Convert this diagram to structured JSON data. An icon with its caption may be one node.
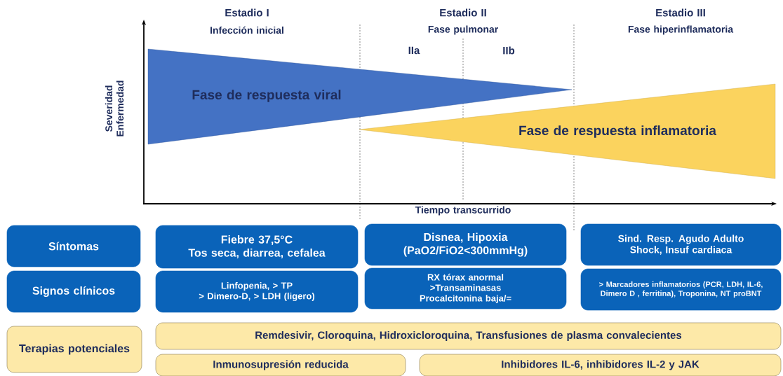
{
  "diagram": {
    "nodes": [
      {
        "text": [
          "Fase de respuesta viral"
        ]
      },
      {
        "text": [
          "Fase de respuesta inflamatoria"
        ]
      },
      {
        "text": [
          "Síntomas"
        ]
      },
      {
        "text": [
          "Fiebre 37,5°C",
          "Tos seca, diarrea, cefalea"
        ]
      },
      {
        "text": [
          "Disnea, Hipoxia",
          "(PaO2/FiO2<300mmHg)"
        ]
      },
      {
        "text": [
          "Sind. Resp. Agudo Adulto",
          "Shock, Insuf cardiaca"
        ]
      },
      {
        "text": [
          "Signos clínicos"
        ]
      },
      {
        "text": [
          "Linfopenia, > TP",
          "> Dimero-D, > LDH (ligero)"
        ]
      },
      {
        "text": [
          "RX tórax anormal",
          ">Transaminasas",
          "Procalcitonina baja/="
        ]
      },
      {
        "text": [
          "> Marcadores inflamatorios (PCR, LDH, IL-6, Dimero D , ferritina), Troponina, NT proBNT"
        ]
      },
      {
        "text": [
          "Terapias potenciales"
        ]
      },
      {
        "text": [
          "Remdesivir, Cloroquina, Hidroxicloroquina, Transfusiones de plasma convalecientes"
        ]
      },
      {
        "text": [
          "Inmunosupresión reducida"
        ]
      },
      {
        "text": [
          "Inhibidores IL-6, inhibidores IL-2 y JAK"
        ]
      }
    ],
    "labels": [
      "Estadio I",
      "Infección inicial",
      "Estadio II",
      "Fase pulmonar",
      "Estadio III",
      "Fase hiperinflamatoria",
      "IIa",
      "IIb",
      "Severidad Enfermedad",
      "Tiempo transcurrido"
    ]
  }
}
